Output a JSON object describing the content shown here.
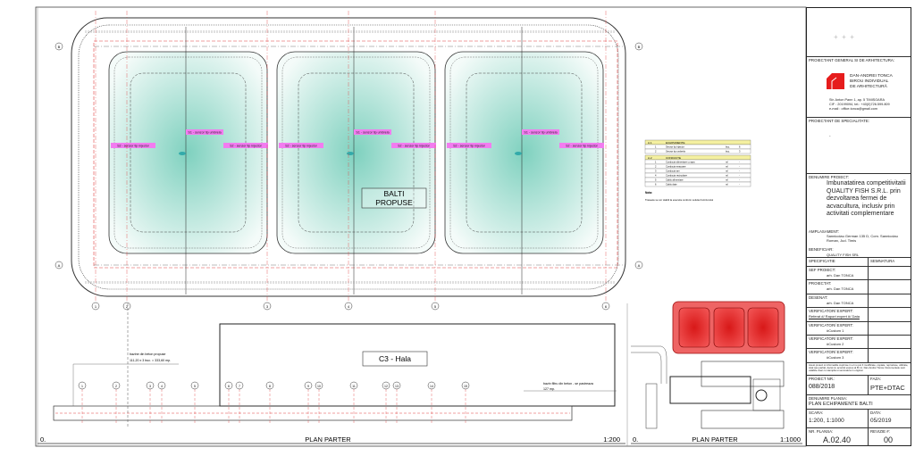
{
  "drawing": {
    "sensor_s2": "S2 - senzor tip injector",
    "sensor_s1": "S1 - senzor tip umbrela",
    "ponds_label_1": "BALTI",
    "ponds_label_2": "PROPUSE",
    "hall_label": "C3 - Hala",
    "basins_note_1": "bazine din beton propuse",
    "basins_note_2": "111,20 x 3 buc. = 333,60 mp.",
    "filter_note_1": "bazin filtru din beton - se pastreaza",
    "filter_note_2": "127 mp.",
    "grid_rows": [
      "B",
      "A"
    ],
    "grid_cols_top": [
      "1",
      "2",
      "3",
      "4",
      "5",
      "6"
    ],
    "grid_cols_bottom": [
      "1",
      "2",
      "3",
      "4",
      "5",
      "6",
      "7",
      "8",
      "9",
      "10",
      "11",
      "12",
      "13",
      "14",
      "15"
    ],
    "main_view": {
      "number": "0.",
      "title": "PLAN PARTER",
      "scale": "1:200"
    },
    "mini_view": {
      "number": "0.",
      "title": "PLAN PARTER",
      "scale": "1:1000"
    },
    "legend_table": {
      "section1": {
        "code": "A.1",
        "title": "ECHIPAMENTE",
        "rows": [
          [
            "1",
            "Senzor tip injector",
            "buc.",
            "6"
          ],
          [
            "2",
            "Senzor tip umbrela",
            "buc.",
            "3"
          ]
        ]
      },
      "section2": {
        "code": "A.2",
        "title": "CONDUCTE",
        "rows": [
          [
            "1",
            "Conducta alimentare cu apa",
            "ml",
            "-"
          ],
          [
            "2",
            "Conducta evacuare",
            "ml",
            "-"
          ],
          [
            "3",
            "Conducta aer",
            "ml",
            "-"
          ],
          [
            "4",
            "Conducta recirculare",
            "ml",
            "-"
          ],
          [
            "5",
            "Cablu alimentare",
            "ml",
            "-"
          ],
          [
            "6",
            "Cablu date",
            "ml",
            "-"
          ]
        ]
      },
      "note_title": "Nota:",
      "note_text": "Traseele se vor stabili la executie conform solutiei furnizorului"
    }
  },
  "title_block": {
    "general_designer_label": "PROIECTANT GENERAL SI DE ARHITECTURA:",
    "firm": [
      "DAN-ANDREI TONCA",
      "BIROU INDIVIDUAL",
      "DE ARHITECTURĂ"
    ],
    "address": [
      "Str. Anton Pann 1, ap. 5 TIMIȘOARA",
      "CIF : 20199094, tel.: +40(0)726.599.809",
      "e-mail : office.tonca@gmail.com"
    ],
    "specialist_label": "PROIECTANT DE SPECIALITATE:",
    "specialist_value": "-",
    "project_name_label": "DENUMIRE PROIECT:",
    "project_name": "Imbunatatirea competitivitatii QUALITY FISH S.R.L. prin dezvoltarea fermei de acvacultura, inclusiv prin activitati complementare",
    "location_label": "AMPLASAMENT:",
    "location": "Sannicolau German 135 D, Com. Sannicolau Roman, Jud. Timis",
    "beneficiary_label": "BENEFICIAR:",
    "beneficiary": "QUALITY FISH SRL",
    "spec_label": "SPECIFICATIE",
    "signature_label": "SEMNATURA",
    "roles": [
      {
        "label": "SEF PROIECT:",
        "value": "arh. Dan TONCA"
      },
      {
        "label": "PROIECTAT:",
        "value": "arh. Dan TONCA"
      },
      {
        "label": "DESENAT:",
        "value": "arh. Dan TONCA"
      },
      {
        "label": "VERIFICATOR/ EXPERT:",
        "value": "Referat #/ Raport expert #/ Data"
      },
      {
        "label": "VERIFICATOR/ EXPERT:",
        "value": "#Custom 1"
      },
      {
        "label": "VERIFICATOR/ EXPERT:",
        "value": "#Custom 2"
      },
      {
        "label": "VERIFICATOR/ EXPERT:",
        "value": "#Custom 3"
      }
    ],
    "copyright": "Acest proiect si informatiile cuprinse in el nu pot fi modificate, copiate, reproduse, utilizate, total sau partial, decat cu acordul expres al B.I.A. Dan-Andrei Tonca. Documentele sunt valabile doar cu stampila si semnatura in original.",
    "project_no_label": "PROIECT NR.:",
    "project_no": "088/2018",
    "phase_label": "FAZA:",
    "phase": "PTE+DTAC",
    "sheet_name_label": "DENUMIRE PLANSA:",
    "sheet_name": "PLAN ECHIPAMENTE BALTI",
    "scale_label": "SCARA:",
    "scale": "1:200, 1:1000",
    "date_label": "DATA:",
    "date": "05/2019",
    "sheet_no_label": "NR. PLANSA:",
    "sheet_no": "A.02.40",
    "revision_label": "REVIZIE #:",
    "revision": "00"
  },
  "colors": {
    "pond": "#cfeee6",
    "sensor_label": "#f27cf0",
    "grid_red": "#e04040",
    "mini_red": "#e83030",
    "logo": "#e61c1c"
  }
}
